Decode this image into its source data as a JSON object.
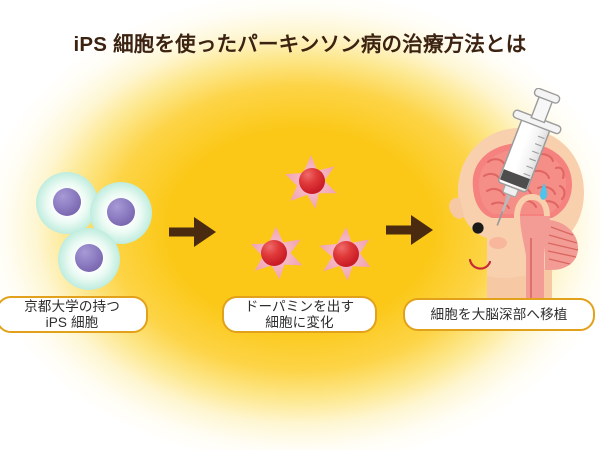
{
  "figure": {
    "title": "iPS 細胞を使ったパーキンソン病の治療方法とは",
    "background_color_center": "#FBC817",
    "background_color_edge": "#FFFFFF",
    "title_color": "#3C2210",
    "arrow_color": "#4A2B10",
    "pill_border_color": "#E2A11A",
    "pill_background_color": "#FFFFFF",
    "pill_text_color": "#2E2E2E"
  },
  "steps": [
    {
      "id": "step-1",
      "caption_line1": "京都大学の持つ",
      "caption_line2": "iPS 細胞",
      "illustration": "three-ips-cells",
      "cell_body_color": "#A9E4D8",
      "cell_nucleus_color": "#8F7FC4",
      "cell_count": 3
    },
    {
      "id": "step-2",
      "caption_line1": "ドーパミンを出す",
      "caption_line2": "細胞に変化",
      "illustration": "three-dopamine-neurons",
      "cell_body_color": "#F5B4C0",
      "cell_nucleus_color": "#D32F3A",
      "cell_count": 3
    },
    {
      "id": "step-3",
      "caption_line1": "細胞を大脳深部へ移植",
      "caption_line2": "",
      "illustration": "head-with-syringe-injection",
      "skin_color": "#F6CBA9",
      "brain_color": "#F08080",
      "syringe_color": "#FFFFFF",
      "droplet_color": "#4FC3E8"
    }
  ],
  "arrows": [
    {
      "id": "arrow-1",
      "between": "step-1 to step-2"
    },
    {
      "id": "arrow-2",
      "between": "step-2 to step-3"
    }
  ]
}
